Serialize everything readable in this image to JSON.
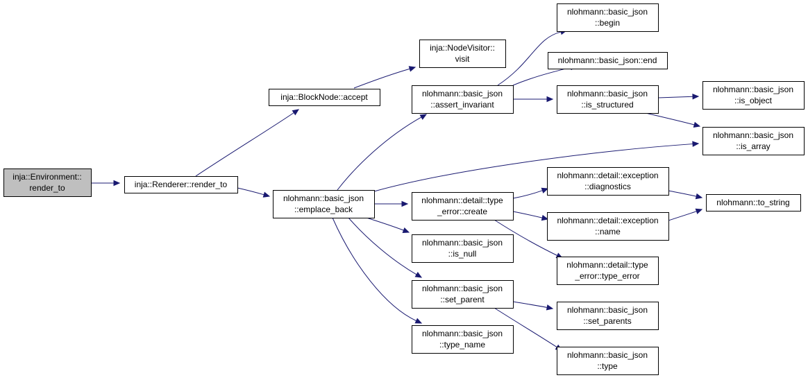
{
  "diagram": {
    "colors": {
      "edge": "#191970",
      "root_fill": "#bfbfbf",
      "node_fill": "#ffffff",
      "border": "#000000"
    },
    "nodes": [
      {
        "id": "env_render_to",
        "lines": [
          "inja::Environment::",
          "render_to"
        ],
        "root": true
      },
      {
        "id": "renderer_render_to",
        "lines": [
          "inja::Renderer::render_to"
        ]
      },
      {
        "id": "blocknode_accept",
        "lines": [
          "inja::BlockNode::accept"
        ]
      },
      {
        "id": "emplace_back",
        "lines": [
          "nlohmann::basic_json",
          "::emplace_back"
        ]
      },
      {
        "id": "nodevisitor_visit",
        "lines": [
          "inja::NodeVisitor::",
          "visit"
        ]
      },
      {
        "id": "assert_invariant",
        "lines": [
          "nlohmann::basic_json",
          "::assert_invariant"
        ]
      },
      {
        "id": "type_error_create",
        "lines": [
          "nlohmann::detail::type",
          "_error::create"
        ]
      },
      {
        "id": "is_null",
        "lines": [
          "nlohmann::basic_json",
          "::is_null"
        ]
      },
      {
        "id": "set_parent",
        "lines": [
          "nlohmann::basic_json",
          "::set_parent"
        ]
      },
      {
        "id": "type_name",
        "lines": [
          "nlohmann::basic_json",
          "::type_name"
        ]
      },
      {
        "id": "begin",
        "lines": [
          "nlohmann::basic_json",
          "::begin"
        ]
      },
      {
        "id": "end",
        "lines": [
          "nlohmann::basic_json::end"
        ]
      },
      {
        "id": "is_structured",
        "lines": [
          "nlohmann::basic_json",
          "::is_structured"
        ]
      },
      {
        "id": "diagnostics",
        "lines": [
          "nlohmann::detail::exception",
          "::diagnostics"
        ]
      },
      {
        "id": "exception_name",
        "lines": [
          "nlohmann::detail::exception",
          "::name"
        ]
      },
      {
        "id": "type_error_type_error",
        "lines": [
          "nlohmann::detail::type",
          "_error::type_error"
        ]
      },
      {
        "id": "set_parents",
        "lines": [
          "nlohmann::basic_json",
          "::set_parents"
        ]
      },
      {
        "id": "type",
        "lines": [
          "nlohmann::basic_json",
          "::type"
        ]
      },
      {
        "id": "is_object",
        "lines": [
          "nlohmann::basic_json",
          "::is_object"
        ]
      },
      {
        "id": "is_array",
        "lines": [
          "nlohmann::basic_json",
          "::is_array"
        ]
      },
      {
        "id": "to_string",
        "lines": [
          "nlohmann::to_string"
        ]
      }
    ],
    "edges": [
      {
        "from": "env_render_to",
        "to": "renderer_render_to"
      },
      {
        "from": "renderer_render_to",
        "to": "blocknode_accept"
      },
      {
        "from": "renderer_render_to",
        "to": "emplace_back"
      },
      {
        "from": "blocknode_accept",
        "to": "nodevisitor_visit"
      },
      {
        "from": "emplace_back",
        "to": "assert_invariant"
      },
      {
        "from": "emplace_back",
        "to": "is_array"
      },
      {
        "from": "emplace_back",
        "to": "type_error_create"
      },
      {
        "from": "emplace_back",
        "to": "is_null"
      },
      {
        "from": "emplace_back",
        "to": "set_parent"
      },
      {
        "from": "emplace_back",
        "to": "type_name"
      },
      {
        "from": "assert_invariant",
        "to": "begin"
      },
      {
        "from": "assert_invariant",
        "to": "end"
      },
      {
        "from": "assert_invariant",
        "to": "is_structured"
      },
      {
        "from": "is_structured",
        "to": "is_object"
      },
      {
        "from": "is_structured",
        "to": "is_array"
      },
      {
        "from": "type_error_create",
        "to": "diagnostics"
      },
      {
        "from": "type_error_create",
        "to": "exception_name"
      },
      {
        "from": "type_error_create",
        "to": "type_error_type_error"
      },
      {
        "from": "diagnostics",
        "to": "to_string"
      },
      {
        "from": "exception_name",
        "to": "to_string"
      },
      {
        "from": "set_parent",
        "to": "set_parents"
      },
      {
        "from": "set_parent",
        "to": "type"
      }
    ]
  }
}
